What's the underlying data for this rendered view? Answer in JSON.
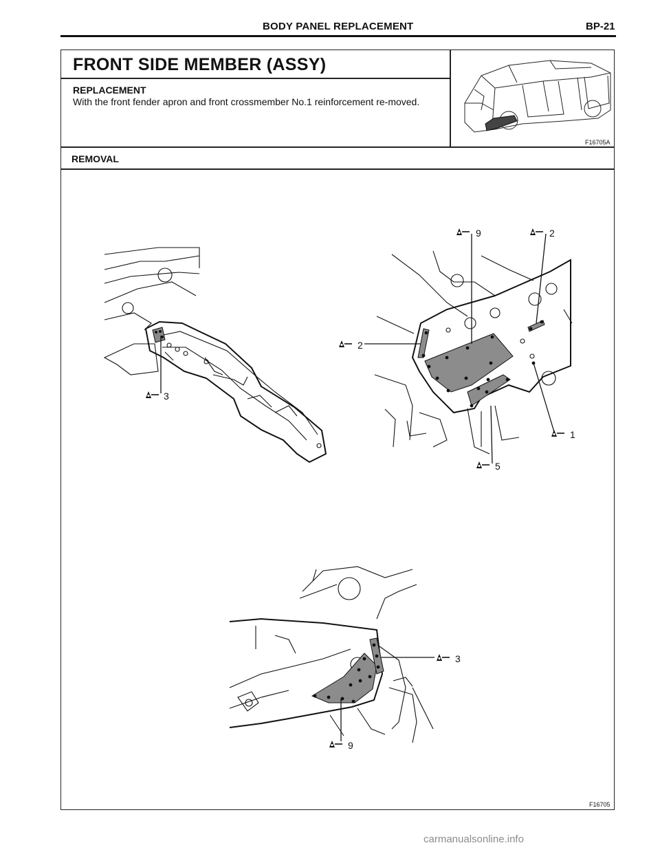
{
  "header": {
    "title": "BODY PANEL REPLACEMENT",
    "page": "BP-21"
  },
  "section": {
    "title": "FRONT SIDE MEMBER (ASSY)",
    "subheading": "REPLACEMENT",
    "text": "With the front fender apron and front crossmember No.1 reinforcement re-moved.",
    "thumbnail_code": "F16705A"
  },
  "removal": {
    "heading": "REMOVAL",
    "figure_code": "F16705",
    "callouts": {
      "left_3": "3",
      "top_9": "9",
      "top_2": "2",
      "mid_2": "2",
      "right_1": "1",
      "bottom_5": "5",
      "lower_3": "3",
      "lower_9": "9"
    }
  },
  "watermark": "carmanualsonline.info"
}
